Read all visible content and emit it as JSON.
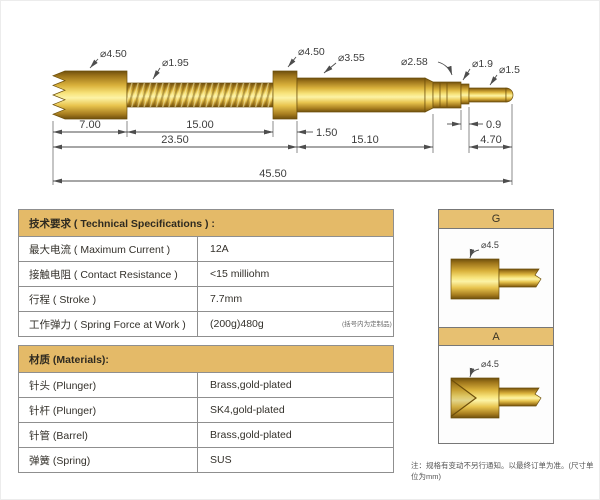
{
  "drawing": {
    "dia_head": "⌀4.50",
    "dia_spring": "⌀1.95",
    "dia_flange": "⌀4.50",
    "dia_barrel": "⌀3.55",
    "dia_collar": "⌀2.58",
    "dia_step": "⌀1.9",
    "dia_tip": "⌀1.5",
    "dim_head": "7.00",
    "dim_spring": "15.00",
    "dim_flange": "1.50",
    "dim_front": "23.50",
    "dim_barrel": "15.10",
    "dim_step": "0.9",
    "dim_tip": "4.70",
    "dim_total": "45.50"
  },
  "spec_table": {
    "header": "技术要求 ( Technical Specifications ) :",
    "rows": [
      {
        "label": "最大电流 ( Maximum Current )",
        "value": "12A"
      },
      {
        "label": "接触电阻 ( Contact Resistance )",
        "value": "<15 milliohm"
      },
      {
        "label": "行程 ( Stroke )",
        "value": "7.7mm"
      },
      {
        "label": "工作弹力 ( Spring Force at Work )",
        "value": "(200g)480g"
      }
    ],
    "footnote": "(括号内为定制品)"
  },
  "materials_table": {
    "header": "材质 (Materials):",
    "rows": [
      {
        "label": "针头 (Plunger)",
        "value": "Brass,gold-plated"
      },
      {
        "label": "针杆 (Plunger)",
        "value": "SK4,gold-plated"
      },
      {
        "label": "针管 (Barrel)",
        "value": "Brass,gold-plated"
      },
      {
        "label": "弹簧 (Spring)",
        "value": "SUS"
      }
    ]
  },
  "variant_panel": {
    "g": {
      "label": "G",
      "dia": "⌀4.5"
    },
    "a": {
      "label": "A",
      "dia": "⌀4.5"
    }
  },
  "footer_note": "注：规格有变动不另行通知。以最终订单为准。(尺寸单位为mm)",
  "colors": {
    "header_gold": "#e4ba68",
    "pin_gold": "#d9a92c",
    "line": "#4d4d4d"
  }
}
